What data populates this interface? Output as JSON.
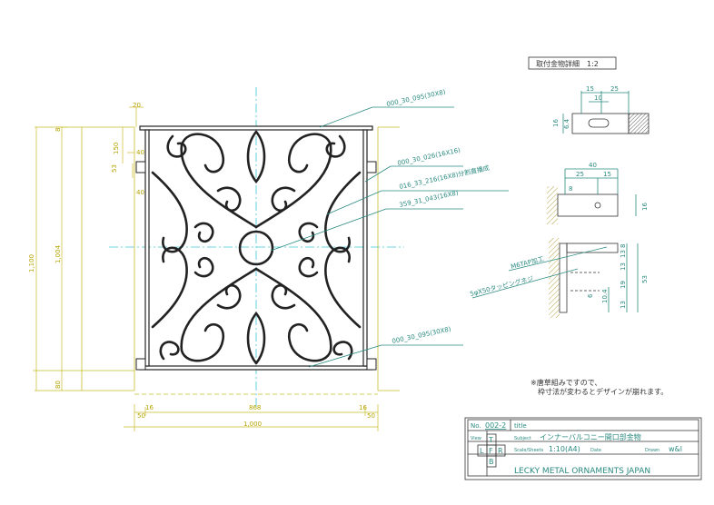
{
  "detail": {
    "title": "取付金物詳細　1:2"
  },
  "dims": {
    "top_20": "20",
    "d150": "150",
    "d40a": "40",
    "d53": "53",
    "d40b": "40",
    "d1100": "1,100",
    "d1004": "1,004",
    "d808": "80",
    "d8": "8",
    "b16a": "16",
    "b50a": "50",
    "b868": "868",
    "b16b": "16",
    "b50b": "50",
    "b1000": "1,000"
  },
  "leaders": {
    "l1": "000_30_095(30X8)",
    "l2": "000_30_026(16X16)",
    "l3": "016_33_216(16X8)分割直播成",
    "l4": "359_31_043(16X8)",
    "l5": "000_30_095(30X8)",
    "tap": "M6TAP加工",
    "screw": "5φX50タッピングネジ"
  },
  "detail_dims": {
    "t15": "15",
    "t25": "25",
    "t10": "10",
    "t16": "16",
    "t64": "6.4",
    "m40": "40",
    "m25": "25",
    "m15": "15",
    "m8": "8",
    "m16": "16",
    "r13a": "13",
    "r8": "8",
    "r13b": "13",
    "r19": "19",
    "r53": "53",
    "r13c": "13",
    "r104": "10.4",
    "r6": "6"
  },
  "note": {
    "line1": "※唐草組みですので、",
    "line2": "枠寸法が変わるとデザインが崩れます。"
  },
  "titleblock": {
    "no_label": "No.",
    "no_value": "002-2",
    "title_label": "title",
    "subject_label": "Subject",
    "subject_value": "インナーバルコニー開口部金物",
    "view_label": "View",
    "scale_label": "Scale/Sheets",
    "scale_value": "1:10(A4)",
    "date_label": "Date",
    "drawn_label": "Drawn",
    "drawn_value": "w&l",
    "company": "LECKY METAL ORNAMENTS JAPAN",
    "view_T": "T",
    "view_L": "L",
    "view_F": "F",
    "view_R": "R",
    "view_B": "B"
  }
}
